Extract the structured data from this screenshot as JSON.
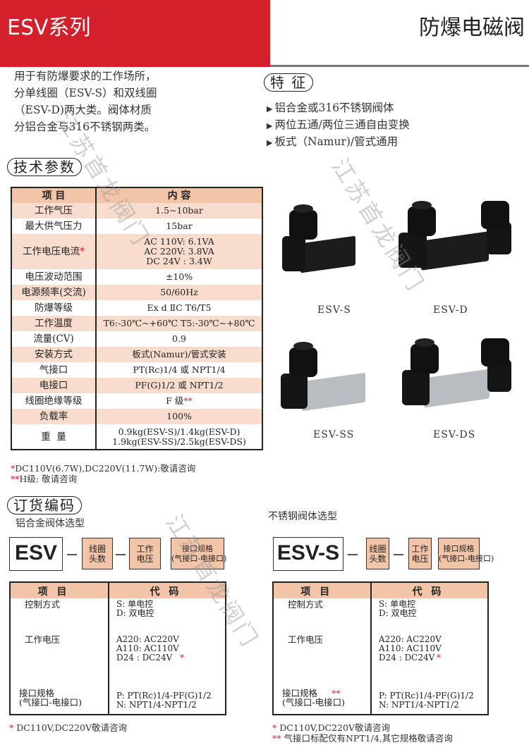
{
  "header": {
    "series": "ESV系列",
    "title": "防爆电磁阀"
  },
  "intro": [
    "用于有防爆要求的工作场所，",
    "分单线圈（ESV-S）和双线圈",
    "（ESV-D)两大类。阀体材质",
    "分铝合金与316不锈钢两类。"
  ],
  "features": {
    "title": "特 征",
    "items": [
      "铝合金或316不锈钢阀体",
      "两位五通/两位三通自由变换",
      "板式（Namur)/管式通用"
    ]
  },
  "specs": {
    "title": "技术参数",
    "headers": [
      "项 目",
      "内  容"
    ],
    "rows": [
      [
        "工作气压",
        "1.5~10bar"
      ],
      [
        "最大供气压力",
        "15bar"
      ],
      [
        "工作电压电流",
        "AC 110V: 6.1VA\nAC 220V: 3.8VA\nDC 24V : 3.4W"
      ],
      [
        "电压波动范围",
        "±10%"
      ],
      [
        "电源频率(交流)",
        "50/60Hz"
      ],
      [
        "防爆等级",
        "Ex d ⅡC T6/T5"
      ],
      [
        "工作温度",
        "T6:-30℃~+60℃ T5:-30℃~+80℃"
      ],
      [
        "流量(CV)",
        "0.9"
      ],
      [
        "安装方式",
        "板式(Namur)/管式安装"
      ],
      [
        "气接口",
        "PT(Rc)1/4 或 NPT1/4"
      ],
      [
        "电接口",
        "PF(G)1/2 或 NPT1/2"
      ],
      [
        "线圈绝缘等级",
        "F 级"
      ],
      [
        "负载率",
        "100%"
      ],
      [
        "重  量",
        "0.9kg(ESV-S)/1.4kg(ESV-D)\n1.9kg(ESV-SS)/2.5kg(ESV-DS)"
      ]
    ],
    "notes": [
      {
        "mark": "*",
        "text": "DC110V(6.7W),DC220V(11.7W):敬请咨询"
      },
      {
        "mark": "**",
        "text": "H级: 敬请咨询"
      }
    ]
  },
  "products": [
    "ESV-S",
    "ESV-D",
    "ESV-SS",
    "ESV-DS"
  ],
  "ordering": {
    "title": "订货编码",
    "left": {
      "subtitle": "铝合金阀体选型",
      "code": "ESV",
      "boxes": [
        "线圈\n头数",
        "工作\n电压",
        "接口规格\n(气接口-电接口)"
      ],
      "headers": [
        "项 目",
        "代 码"
      ],
      "items": [
        "控制方式",
        "工作电压",
        "接口规格\n(气接口-电接口)"
      ],
      "codes": [
        "S: 单电控\nD: 双电控",
        "A220: AC220V\nA110: AC110V\nD24 : DC24V",
        "P: PT(Rc)1/4-PF(G)1/2\nN: NPT1/4-NPT1/2"
      ],
      "notes": [
        {
          "mark": "*",
          "text": "DC110V,DC220V敬请咨询"
        }
      ]
    },
    "right": {
      "subtitle": "不锈钢阀体选型",
      "code": "ESV-S",
      "boxes": [
        "线圈\n头数",
        "工作\n电压",
        "接口规格\n(气接口-电接口)"
      ],
      "headers": [
        "项 目",
        "代 码"
      ],
      "items": [
        "控制方式",
        "工作电压",
        "接口规格\n(气接口-电接口)"
      ],
      "codes": [
        "S: 单电控\nD: 双电控",
        "A220: AC220V\nA110: AC110V\nD24 : DC24V",
        "P: PT(Rc)1/4-PF(G)1/2\nN: NPT1/4-NPT1/2"
      ],
      "notes": [
        {
          "mark": "*",
          "text": "DC110V,DC220V敬请咨询"
        },
        {
          "mark": "**",
          "text": "气接口标配仅有NPT1/4,其它规格敬请咨询"
        }
      ]
    }
  },
  "watermark": "江苏首龙阀门",
  "colors": {
    "brand_red": "#d3202a",
    "table_header": "#f2c4a8",
    "table_stripe": "#f8dccd",
    "note_red": "#e0202a"
  }
}
